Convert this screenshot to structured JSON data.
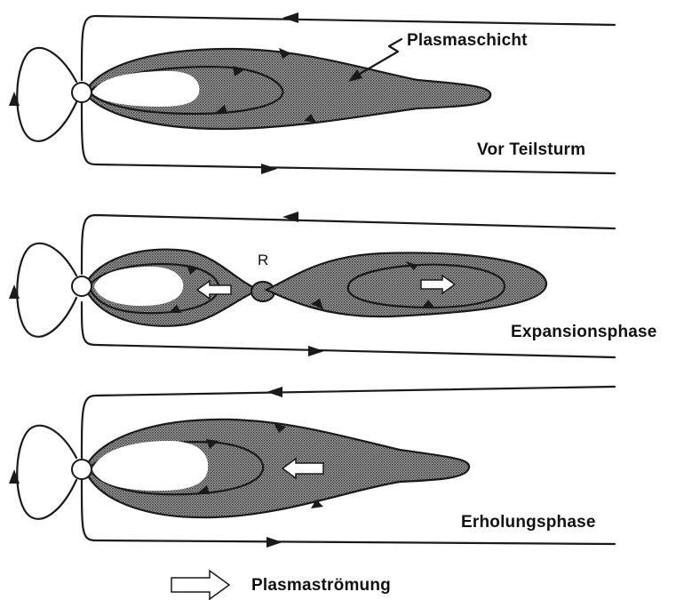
{
  "labels": {
    "plasma_sheet": "Plasmaschicht",
    "phase_before": "Vor Teilsturm",
    "phase_expansion": "Expansionsphase",
    "phase_recovery": "Erholungsphase",
    "reconnection_point": "R",
    "legend_flow": "Plasmaströmung"
  },
  "colors": {
    "ink": "#1a1a1a",
    "sheet_fill": "#8a8a8a",
    "background": "#ffffff"
  }
}
